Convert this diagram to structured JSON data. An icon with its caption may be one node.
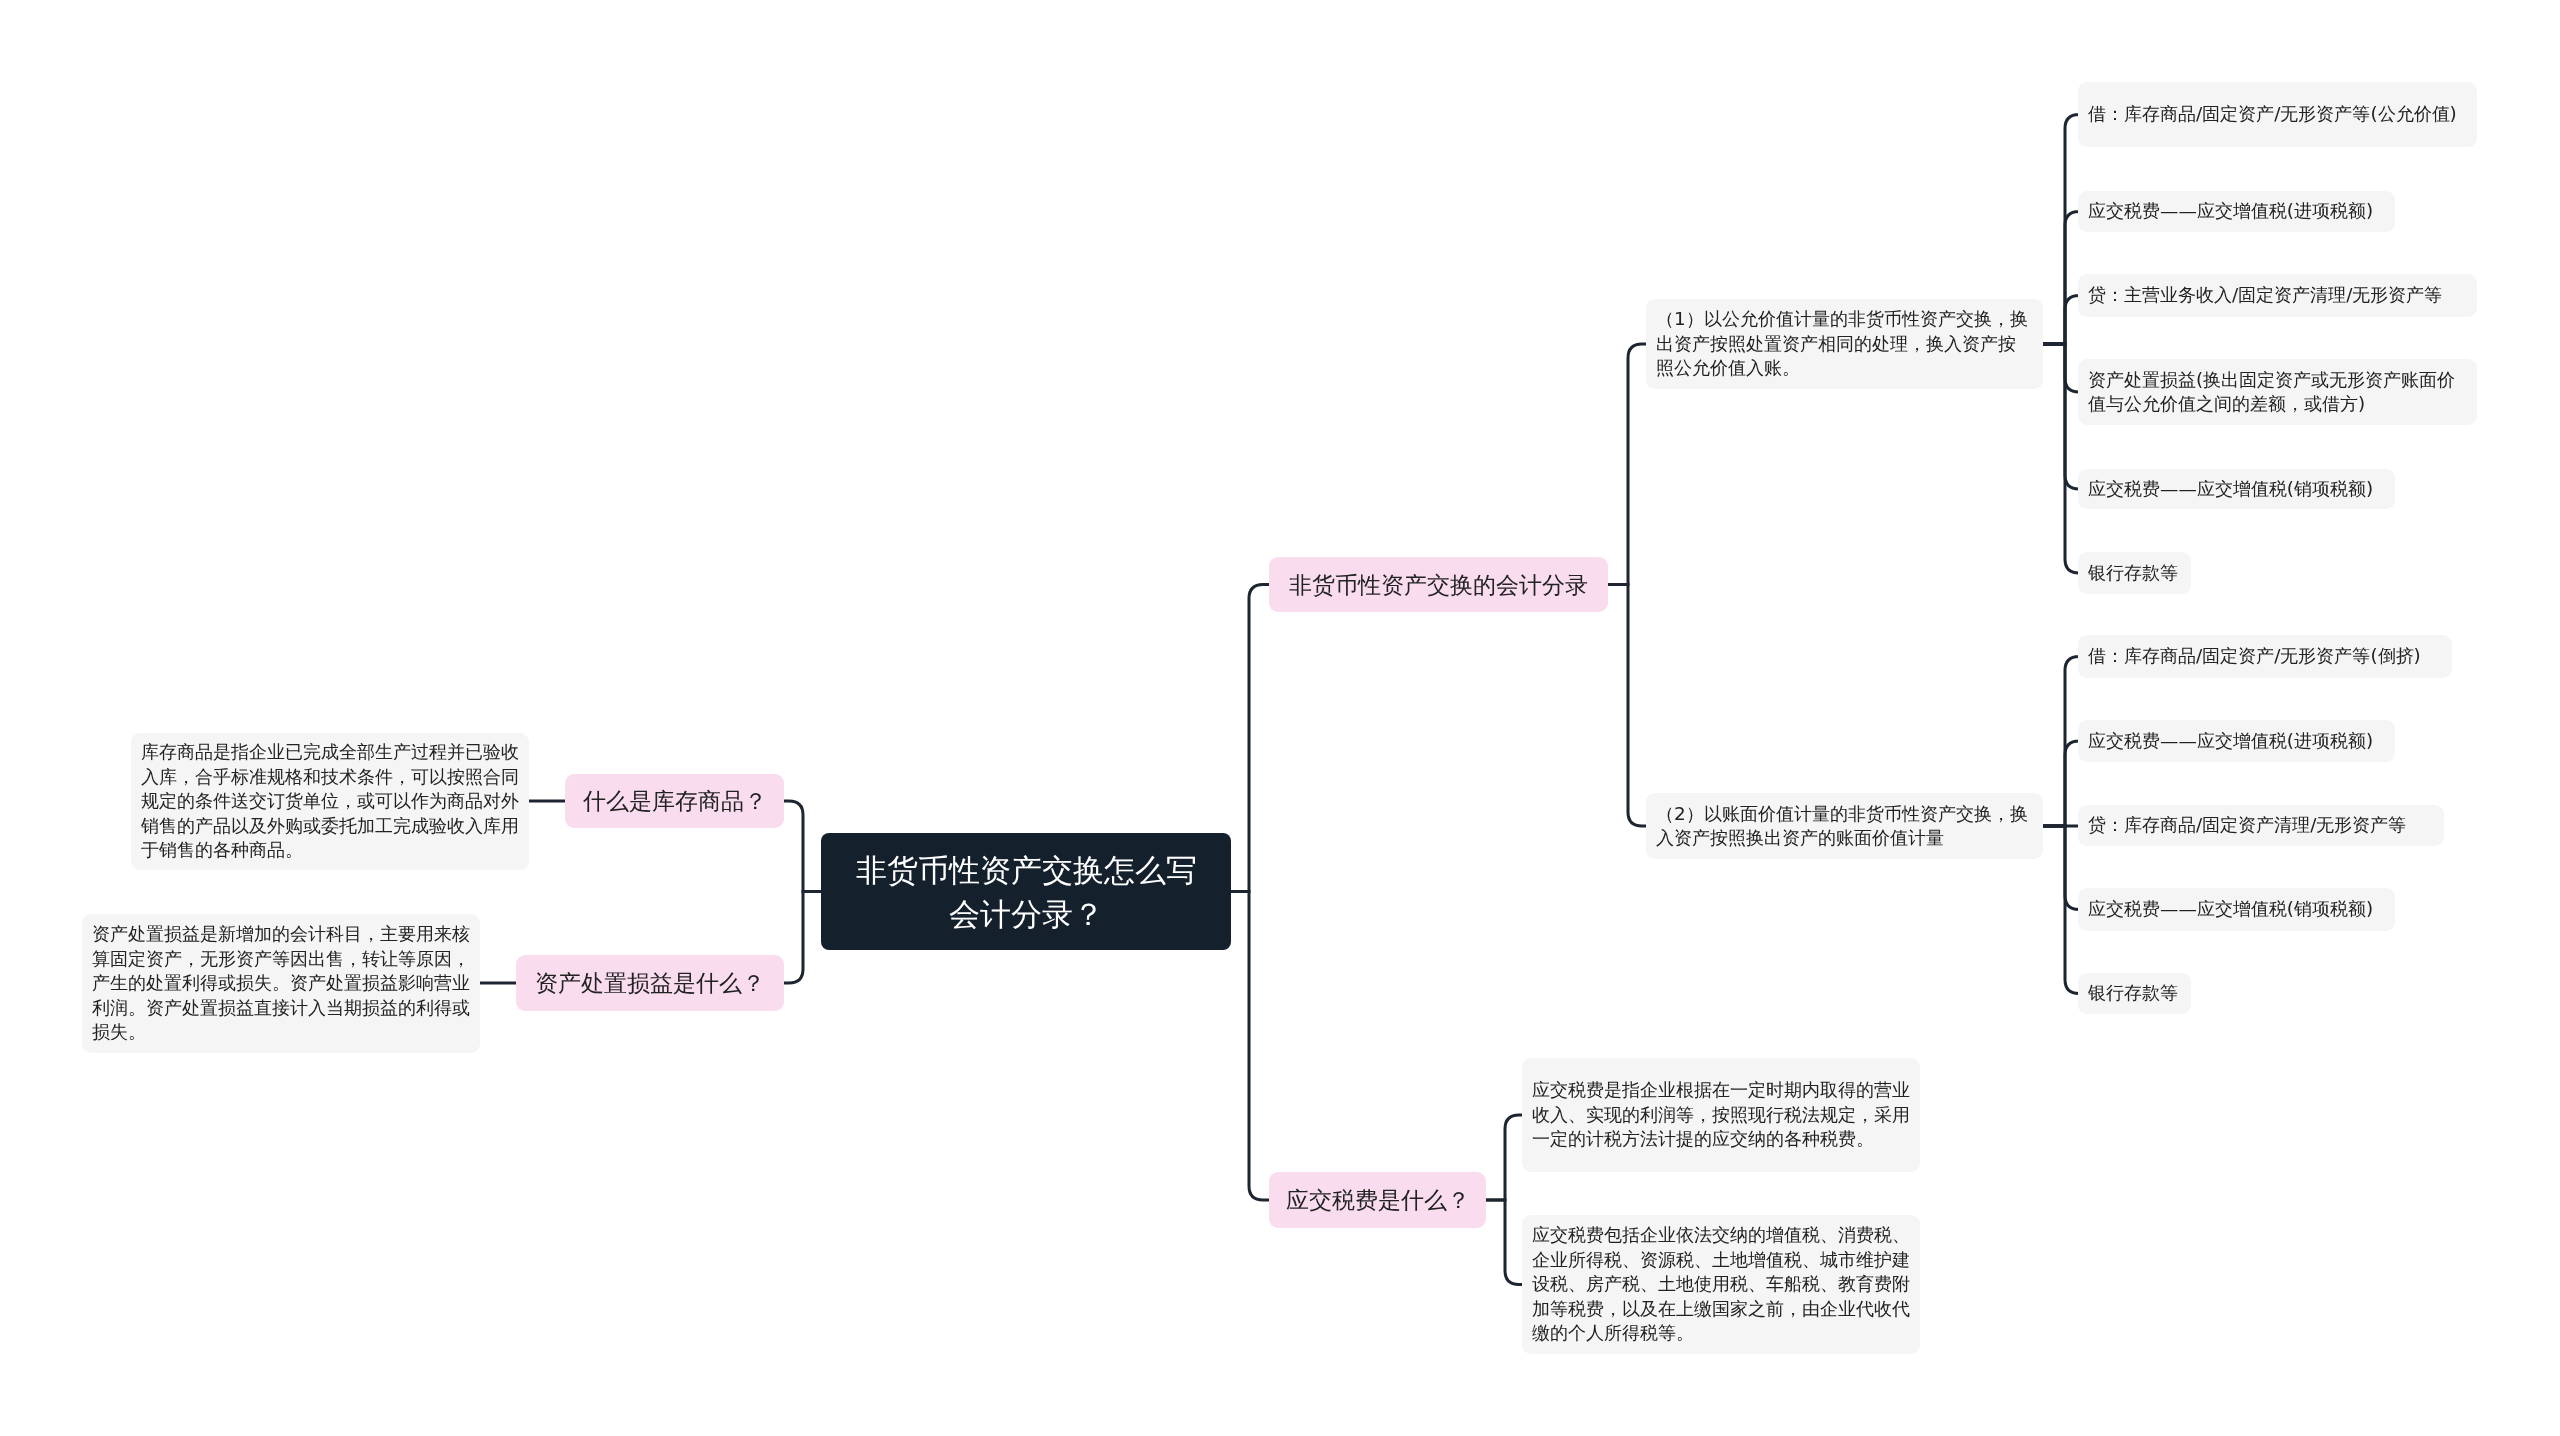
{
  "diagram": {
    "nodes": [
      {
        "text": [
          "非货币性资产交换怎么写会计分录？"
        ]
      },
      {
        "text": [
          "非货币性资产交换的会计分录"
        ]
      },
      {
        "text": [
          "（1）以公允价值计量的非货币性资产交换，换出资产按照处置资产相同的处理，换入资产按照公允价值入账。"
        ]
      },
      {
        "text": [
          "借：库存商品/固定资产/无形资产等(公允价值)"
        ]
      },
      {
        "text": [
          "应交税费——应交增值税(进项税额)"
        ]
      },
      {
        "text": [
          "贷：主营业务收入/固定资产清理/无形资产等"
        ]
      },
      {
        "text": [
          "资产处置损益(换出固定资产或无形资产账面价值与公允价值之间的差额，或借方)"
        ]
      },
      {
        "text": [
          "应交税费——应交增值税(销项税额)"
        ]
      },
      {
        "text": [
          "银行存款等"
        ]
      },
      {
        "text": [
          "（2）以账面价值计量的非货币性资产交换，换入资产按照换出资产的账面价值计量"
        ]
      },
      {
        "text": [
          "借：库存商品/固定资产/无形资产等(倒挤)"
        ]
      },
      {
        "text": [
          "应交税费——应交增值税(进项税额)"
        ]
      },
      {
        "text": [
          "贷：库存商品/固定资产清理/无形资产等"
        ]
      },
      {
        "text": [
          "应交税费——应交增值税(销项税额)"
        ]
      },
      {
        "text": [
          "银行存款等"
        ]
      },
      {
        "text": [
          "应交税费是什么？"
        ]
      },
      {
        "text": [
          "应交税费是指企业根据在一定时期内取得的营业收入、实现的利润等，按照现行税法规定，采用一定的计税方法计提的应交纳的各种税费。"
        ]
      },
      {
        "text": [
          "应交税费包括企业依法交纳的增值税、消费税、企业所得税、资源税、土地增值税、城市维护建设税、房产税、土地使用税、车船税、教育费附加等税费，以及在上缴国家之前，由企业代收代缴的个人所得税等。"
        ]
      },
      {
        "text": [
          "什么是库存商品？"
        ]
      },
      {
        "text": [
          "库存商品是指企业已完成全部生产过程并已验收入库，合乎标准规格和技术条件，可以按照合同规定的条件送交订货单位，或可以作为商品对外销售的产品以及外购或委托加工完成验收入库用于销售的各种商品。"
        ]
      },
      {
        "text": [
          "资产处置损益是什么？"
        ]
      },
      {
        "text": [
          "资产处置损益是新增加的会计科目，主要用来核算固定资产，无形资产等因出售，转让等原因，产生的处置利得或损失。资产处置损益影响营业利润。资产处置损益直接计入当期损益的利得或损失。"
        ]
      }
    ],
    "edges": [
      {
        "from": 0,
        "to": 1,
        "arrow": "none"
      },
      {
        "from": 1,
        "to": 2,
        "arrow": "none"
      },
      {
        "from": 2,
        "to": 3,
        "arrow": "none"
      },
      {
        "from": 2,
        "to": 4,
        "arrow": "none"
      },
      {
        "from": 2,
        "to": 5,
        "arrow": "none"
      },
      {
        "from": 2,
        "to": 6,
        "arrow": "none"
      },
      {
        "from": 2,
        "to": 7,
        "arrow": "none"
      },
      {
        "from": 2,
        "to": 8,
        "arrow": "none"
      },
      {
        "from": 1,
        "to": 9,
        "arrow": "none"
      },
      {
        "from": 9,
        "to": 10,
        "arrow": "none"
      },
      {
        "from": 9,
        "to": 11,
        "arrow": "none"
      },
      {
        "from": 9,
        "to": 12,
        "arrow": "none"
      },
      {
        "from": 9,
        "to": 13,
        "arrow": "none"
      },
      {
        "from": 9,
        "to": 14,
        "arrow": "none"
      },
      {
        "from": 0,
        "to": 15,
        "arrow": "none"
      },
      {
        "from": 15,
        "to": 16,
        "arrow": "none"
      },
      {
        "from": 15,
        "to": 17,
        "arrow": "none"
      },
      {
        "from": 0,
        "to": 18,
        "arrow": "none"
      },
      {
        "from": 18,
        "to": 19,
        "arrow": "none"
      },
      {
        "from": 0,
        "to": 20,
        "arrow": "none"
      },
      {
        "from": 20,
        "to": 21,
        "arrow": "none"
      }
    ]
  }
}
